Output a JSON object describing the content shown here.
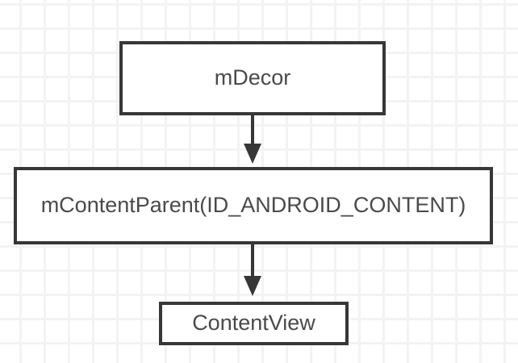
{
  "diagram": {
    "type": "flowchart",
    "nodes": [
      {
        "id": "mDecor",
        "label": "mDecor"
      },
      {
        "id": "mContentParent",
        "label": "mContentParent(ID_ANDROID_CONTENT)"
      },
      {
        "id": "ContentView",
        "label": "ContentView"
      }
    ],
    "edges": [
      {
        "from": "mDecor",
        "to": "mContentParent",
        "style": "arrow-down"
      },
      {
        "from": "mContentParent",
        "to": "ContentView",
        "style": "arrow-down"
      }
    ],
    "colors": {
      "background": "#ffffff",
      "grid_line": "#f3f3f3",
      "node_border": "#373737",
      "node_fill": "#ffffff",
      "text": "#4a4a4a",
      "arrow": "#373737"
    }
  }
}
